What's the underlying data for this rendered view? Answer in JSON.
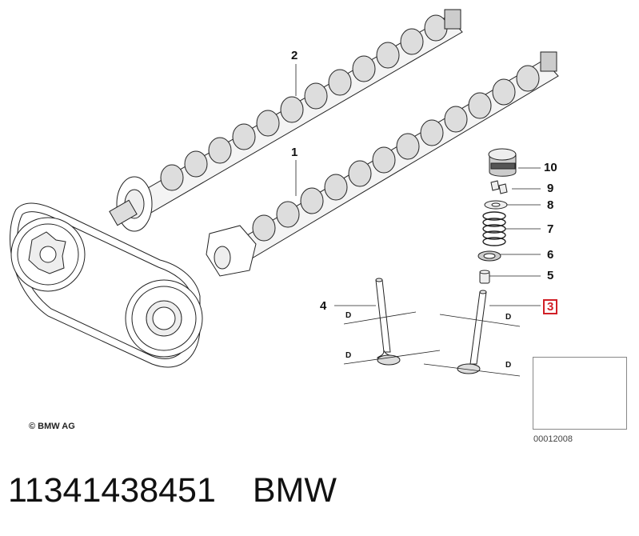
{
  "parts": [
    {
      "id": "1",
      "label": "1"
    },
    {
      "id": "2",
      "label": "2"
    },
    {
      "id": "3",
      "label": "3",
      "highlighted": true
    },
    {
      "id": "4",
      "label": "4"
    },
    {
      "id": "5",
      "label": "5"
    },
    {
      "id": "6",
      "label": "6"
    },
    {
      "id": "7",
      "label": "7"
    },
    {
      "id": "8",
      "label": "8"
    },
    {
      "id": "9",
      "label": "9"
    },
    {
      "id": "10",
      "label": "10"
    }
  ],
  "dimension_mark": "D",
  "copyright": "© BMW AG",
  "thumbnail": {
    "image_id": "00012008"
  },
  "footer": {
    "part_number": "11341438451",
    "brand": "BMW"
  },
  "colors": {
    "highlight": "#d12027",
    "line": "#111111",
    "shade": "#d9d9d9"
  }
}
